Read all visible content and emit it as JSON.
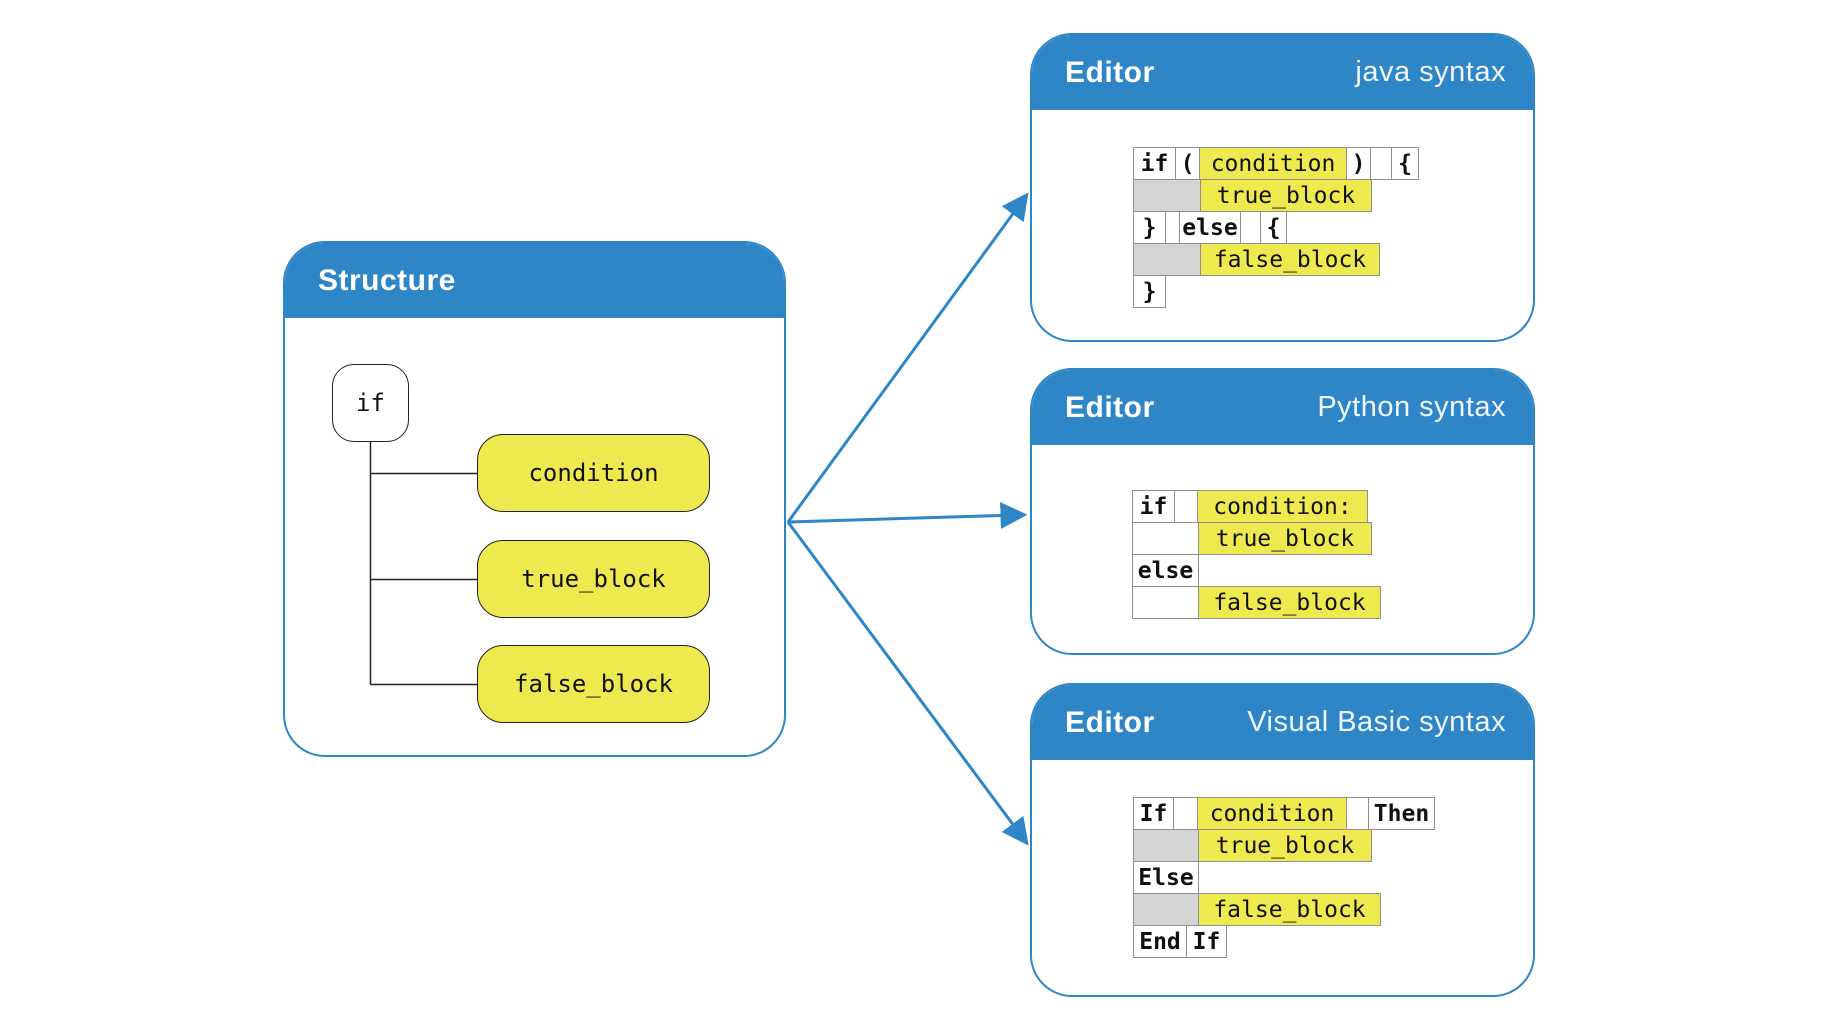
{
  "colors": {
    "accent_blue": "#2E86C7",
    "highlight_yellow": "#EDE94E",
    "indent_gray": "#D4D4D4",
    "cell_border": "#909090"
  },
  "structure": {
    "title": "Structure",
    "root": "if",
    "children": [
      "condition",
      "true_block",
      "false_block"
    ]
  },
  "editors": [
    {
      "title": "Editor",
      "syntax": "java syntax",
      "rows": [
        {
          "cells": [
            {
              "t": "if",
              "c": "kw",
              "w": 43
            },
            {
              "t": "(",
              "c": "kw",
              "w": 25
            },
            {
              "t": "condition",
              "c": "ph",
              "w": 148
            },
            {
              "t": ")",
              "c": "kw",
              "w": 25
            },
            {
              "c": "gap",
              "w": 22
            },
            {
              "t": "{",
              "c": "kw",
              "w": 28
            }
          ]
        },
        {
          "cells": [
            {
              "c": "indent",
              "w": 68
            },
            {
              "t": "true_block",
              "c": "ph",
              "w": 172
            }
          ]
        },
        {
          "cells": [
            {
              "t": "}",
              "c": "kw",
              "w": 33
            },
            {
              "c": "gap",
              "w": 15
            },
            {
              "t": "else",
              "c": "kw",
              "w": 62
            },
            {
              "c": "gap",
              "w": 21
            },
            {
              "t": "{",
              "c": "kw",
              "w": 27
            }
          ]
        },
        {
          "cells": [
            {
              "c": "indent",
              "w": 68
            },
            {
              "t": "false_block",
              "c": "ph",
              "w": 180
            }
          ]
        },
        {
          "cells": [
            {
              "t": "}",
              "c": "kw",
              "w": 33
            }
          ]
        }
      ]
    },
    {
      "title": "Editor",
      "syntax": "Python syntax",
      "rows": [
        {
          "cells": [
            {
              "t": "if",
              "c": "kw",
              "w": 43
            },
            {
              "c": "gap",
              "w": 24
            },
            {
              "t": "condition:",
              "c": "ph",
              "w": 171
            }
          ]
        },
        {
          "cells": [
            {
              "c": "indent-white",
              "w": 67
            },
            {
              "t": "true_block",
              "c": "ph",
              "w": 174
            }
          ]
        },
        {
          "cells": [
            {
              "t": "else",
              "c": "kw",
              "w": 67
            }
          ]
        },
        {
          "cells": [
            {
              "c": "indent-white",
              "w": 67
            },
            {
              "t": "false_block",
              "c": "ph",
              "w": 183
            }
          ]
        }
      ]
    },
    {
      "title": "Editor",
      "syntax": "Visual Basic syntax",
      "rows": [
        {
          "cells": [
            {
              "t": "If",
              "c": "kw",
              "w": 41
            },
            {
              "c": "gap",
              "w": 25
            },
            {
              "t": "condition",
              "c": "ph",
              "w": 150
            },
            {
              "c": "gap",
              "w": 23
            },
            {
              "t": "Then",
              "c": "kw",
              "w": 67
            }
          ]
        },
        {
          "cells": [
            {
              "c": "indent",
              "w": 66
            },
            {
              "t": "true_block",
              "c": "ph",
              "w": 174
            }
          ]
        },
        {
          "cells": [
            {
              "t": "Else",
              "c": "kw",
              "w": 66
            }
          ]
        },
        {
          "cells": [
            {
              "c": "indent",
              "w": 66
            },
            {
              "t": "false_block",
              "c": "ph",
              "w": 183
            }
          ]
        },
        {
          "cells": [
            {
              "t": "End",
              "c": "kw",
              "w": 54
            },
            {
              "t": "If",
              "c": "kw",
              "w": 41
            }
          ]
        }
      ]
    }
  ]
}
